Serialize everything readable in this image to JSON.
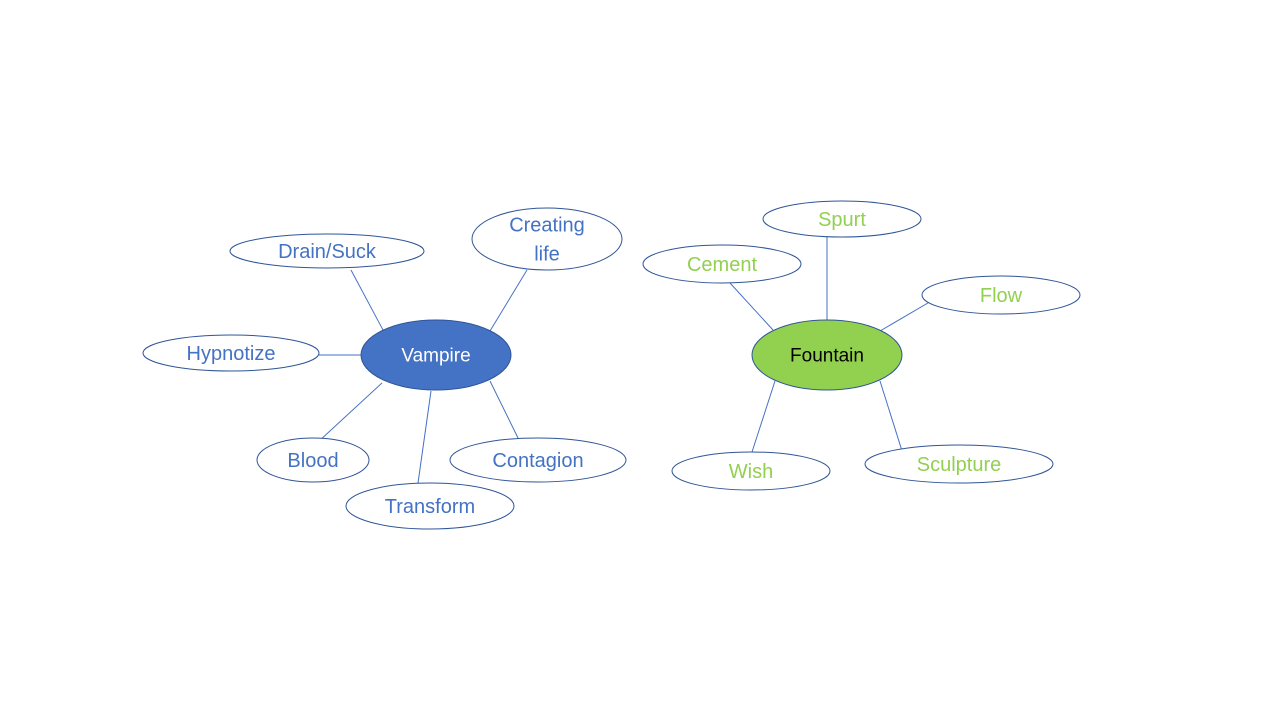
{
  "colors": {
    "background": "#ffffff",
    "line": "#4472c4",
    "ellipse_stroke": "#2f5597",
    "vampire_fill": "#4472c4",
    "vampire_text": "#ffffff",
    "vampire_branch_text": "#4472c4",
    "fountain_fill": "#92d050",
    "fountain_stroke": "#2f5597",
    "fountain_text": "#000000",
    "fountain_branch_text": "#92d050"
  },
  "maps": [
    {
      "center": {
        "label": "Vampire"
      },
      "branches": [
        {
          "label": "Drain/Suck"
        },
        {
          "label": "Creating life"
        },
        {
          "label": "Hypnotize"
        },
        {
          "label": "Blood"
        },
        {
          "label": "Transform"
        },
        {
          "label": "Contagion"
        }
      ]
    },
    {
      "center": {
        "label": "Fountain"
      },
      "branches": [
        {
          "label": "Spurt"
        },
        {
          "label": "Cement"
        },
        {
          "label": "Flow"
        },
        {
          "label": "Wish"
        },
        {
          "label": "Sculpture"
        }
      ]
    }
  ]
}
